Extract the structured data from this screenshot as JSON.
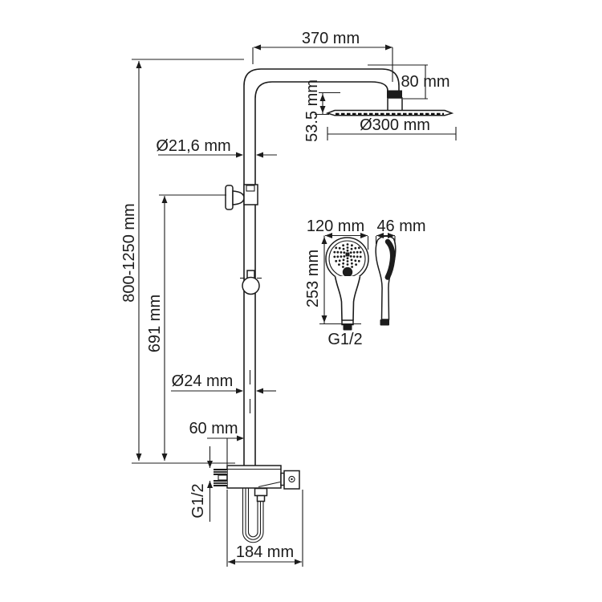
{
  "page": {
    "background": "#ffffff",
    "line_color": "#1c1c1c",
    "text_color": "#1c1c1c"
  },
  "diagram": {
    "type": "technical-dimension-drawing",
    "subject": "shower column with overhead rain shower, hand shower and mixer",
    "units": "mm",
    "labels": {
      "arm_length": "370 mm",
      "head_offset": "80 mm",
      "head_thickness": "53.5 mm",
      "head_diameter": "Ø300 mm",
      "upper_pipe_diameter": "Ø21,6 mm",
      "column_height": "800-1250 mm",
      "bracket_to_mixer_height": "691 mm",
      "lower_pipe_diameter": "Ø24 mm",
      "mixer_offset": "60 mm",
      "handshower_width": "120 mm",
      "handshower_depth": "46 mm",
      "handshower_length": "253 mm",
      "handshower_connection": "G1/2",
      "supply_connection": "G1/2",
      "mixer_width": "184 mm"
    }
  }
}
